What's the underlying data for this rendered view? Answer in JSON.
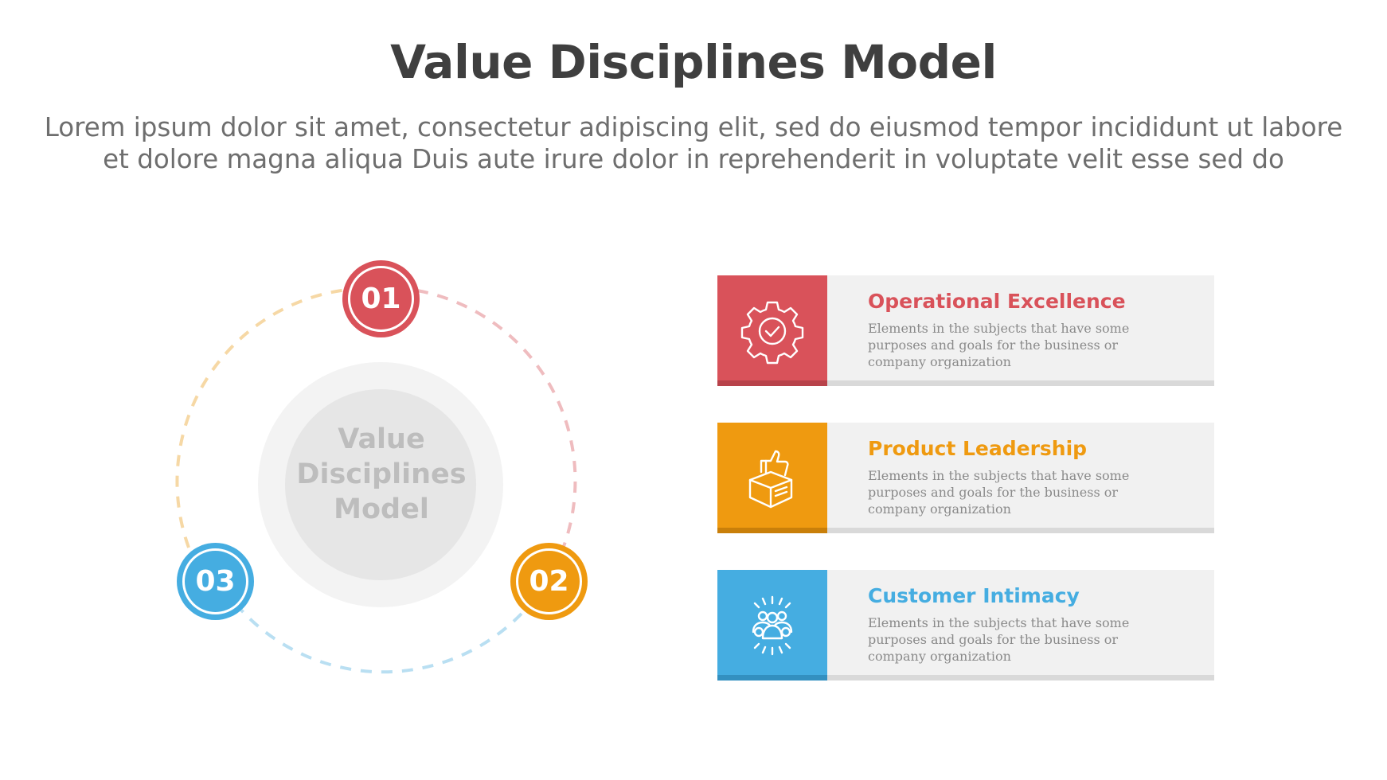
{
  "title": "Value Disciplines Model",
  "subtitle": {
    "line1": "Lorem ipsum dolor sit amet, consectetur adipiscing elit, sed do eiusmod tempor incididunt ut labore",
    "line2": "et dolore magna aliqua Duis aute irure dolor in reprehenderit in voluptate velit esse sed do"
  },
  "center": {
    "line1": "Value",
    "line2": "Disciplines",
    "line3": "Model"
  },
  "colors": {
    "red": "#d9525a",
    "orange": "#ef9a10",
    "blue": "#45ade1",
    "gray": "#f1f1f1"
  },
  "badges": [
    {
      "number": "01",
      "color": "#d9525a"
    },
    {
      "number": "02",
      "color": "#ef9a10"
    },
    {
      "number": "03",
      "color": "#45ade1"
    }
  ],
  "items": [
    {
      "heading": "Operational Excellence",
      "color": "#d9525a",
      "icon": "gear-check-icon",
      "desc": {
        "line1": "Elements in the subjects that have some",
        "line2": "purposes and goals for the business or",
        "line3": "company organization"
      }
    },
    {
      "heading": "Product Leadership",
      "color": "#ef9a10",
      "icon": "box-thumbs-up-icon",
      "desc": {
        "line1": "Elements in the subjects that have some",
        "line2": "purposes and goals for the business or",
        "line3": "company organization"
      }
    },
    {
      "heading": "Customer Intimacy",
      "color": "#45ade1",
      "icon": "people-group-icon",
      "desc": {
        "line1": "Elements in the subjects that have some",
        "line2": "purposes and goals for the business or",
        "line3": "company organization"
      }
    }
  ]
}
